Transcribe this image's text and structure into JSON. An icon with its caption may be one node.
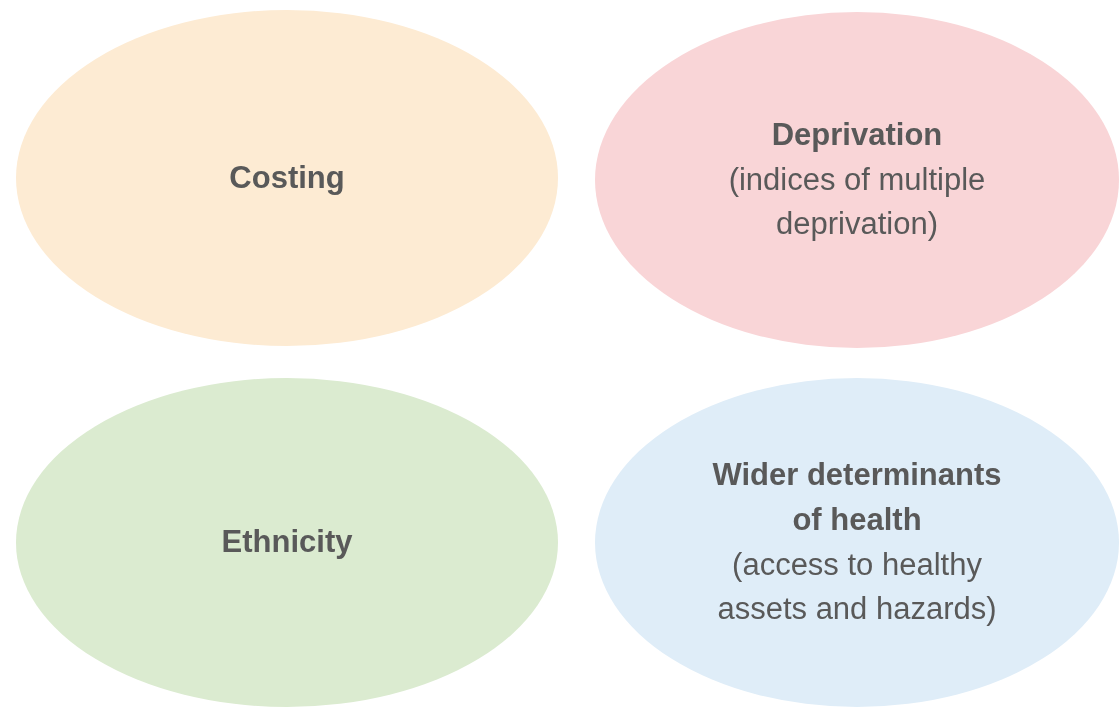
{
  "diagram": {
    "nodes": [
      {
        "text": [
          "Costing"
        ]
      },
      {
        "text": [
          "Deprivation",
          "(indices of multiple deprivation)"
        ]
      },
      {
        "text": [
          "Ethnicity"
        ]
      },
      {
        "text": [
          "Wider determinants of health",
          "(access to healthy assets and hazards)"
        ]
      }
    ]
  }
}
